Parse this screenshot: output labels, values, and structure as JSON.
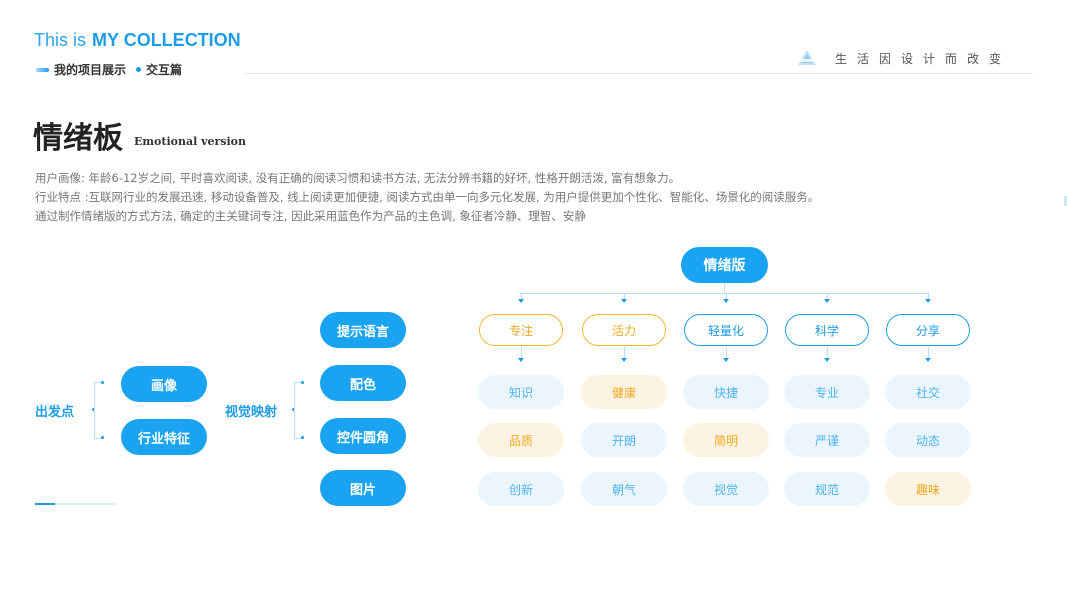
{
  "header": {
    "brand_prefix": "This is",
    "brand_name": "MY COLLECTION",
    "crumb1": "我的项目展示",
    "crumb2": "交互篇",
    "slogan": "生活因设计而改变",
    "logo_icon": "triangle-logo-icon"
  },
  "page": {
    "title": "情绪板",
    "subtitle": "Emotional version",
    "desc": [
      "用户画像: 年龄6-12岁之间, 平时喜欢阅读, 没有正确的阅读习惯和读书方法, 无法分辨书籍的好坏, 性格开朗活泼, 富有想象力。",
      "行业特点 :互联网行业的发展迅速, 移动设备普及, 线上阅读更加便捷, 阅读方式由单一向多元化发展, 为用户提供更加个性化、智能化、场景化的阅读服务。",
      "通过制作情绪版的方式方法, 确定的主关键词专注, 因此采用蓝色作为产品的主色调, 象征者冷静、理智、安静"
    ]
  },
  "map": {
    "start": "出发点",
    "start_items": [
      "画像",
      "行业特征"
    ],
    "visual": "视觉映射",
    "visual_items": [
      "提示语言",
      "配色",
      "控件圆角",
      "图片"
    ]
  },
  "progress": {
    "value": 0.25
  },
  "tree": {
    "root": "情绪版",
    "columns": [
      {
        "category": "专注",
        "tone": "orange",
        "items": [
          {
            "text": "知识",
            "tone": "blue"
          },
          {
            "text": "品质",
            "tone": "orange"
          },
          {
            "text": "创新",
            "tone": "blue"
          }
        ]
      },
      {
        "category": "活力",
        "tone": "orange",
        "items": [
          {
            "text": "健康",
            "tone": "orange"
          },
          {
            "text": "开朗",
            "tone": "blue"
          },
          {
            "text": "朝气",
            "tone": "blue"
          }
        ]
      },
      {
        "category": "轻量化",
        "tone": "blue",
        "items": [
          {
            "text": "快捷",
            "tone": "blue"
          },
          {
            "text": "简明",
            "tone": "orange"
          },
          {
            "text": "视觉",
            "tone": "blue"
          }
        ]
      },
      {
        "category": "科学",
        "tone": "blue",
        "items": [
          {
            "text": "专业",
            "tone": "blue"
          },
          {
            "text": "严谨",
            "tone": "blue"
          },
          {
            "text": "规范",
            "tone": "blue"
          }
        ]
      },
      {
        "category": "分享",
        "tone": "blue",
        "items": [
          {
            "text": "社交",
            "tone": "blue"
          },
          {
            "text": "动态",
            "tone": "blue"
          },
          {
            "text": "趣味",
            "tone": "orange"
          }
        ]
      }
    ]
  },
  "colors": {
    "primary": "#1aa3f0",
    "accent": "#f5b836",
    "chip_blue": "#eaf5fd",
    "chip_orange": "#fdf3e3"
  }
}
